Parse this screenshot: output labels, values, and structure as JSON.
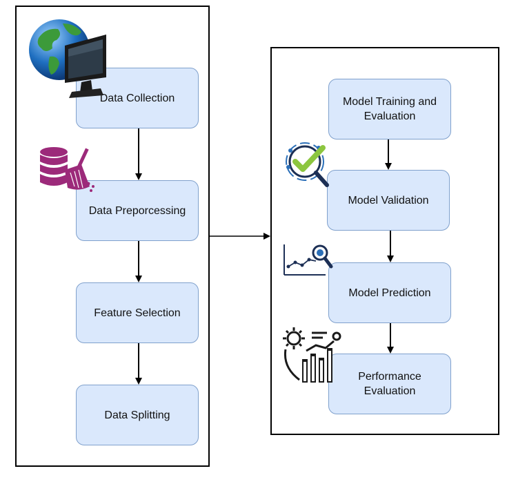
{
  "left_group": {
    "steps": [
      {
        "label": "Data Collection",
        "icon": "globe-monitor-icon"
      },
      {
        "label": "Data Preporcessing",
        "icon": "database-cleaning-icon"
      },
      {
        "label": "Feature Selection"
      },
      {
        "label": "Data Splitting"
      }
    ]
  },
  "right_group": {
    "steps": [
      {
        "label": "Model Training and\nEvaluation"
      },
      {
        "label": "Model Validation",
        "icon": "validation-check-icon"
      },
      {
        "label": "Model Prediction",
        "icon": "chart-magnifier-icon"
      },
      {
        "label": "Performance\nEvaluation",
        "icon": "gear-analytics-icon"
      }
    ]
  },
  "colors": {
    "node_fill": "#dae8fc",
    "node_border": "#7fa0cc",
    "database_icon": "#9c2a7a",
    "check_icon": "#8cc63f",
    "globe_blue": "#1f6fc0",
    "globe_green": "#3c9a3a"
  }
}
